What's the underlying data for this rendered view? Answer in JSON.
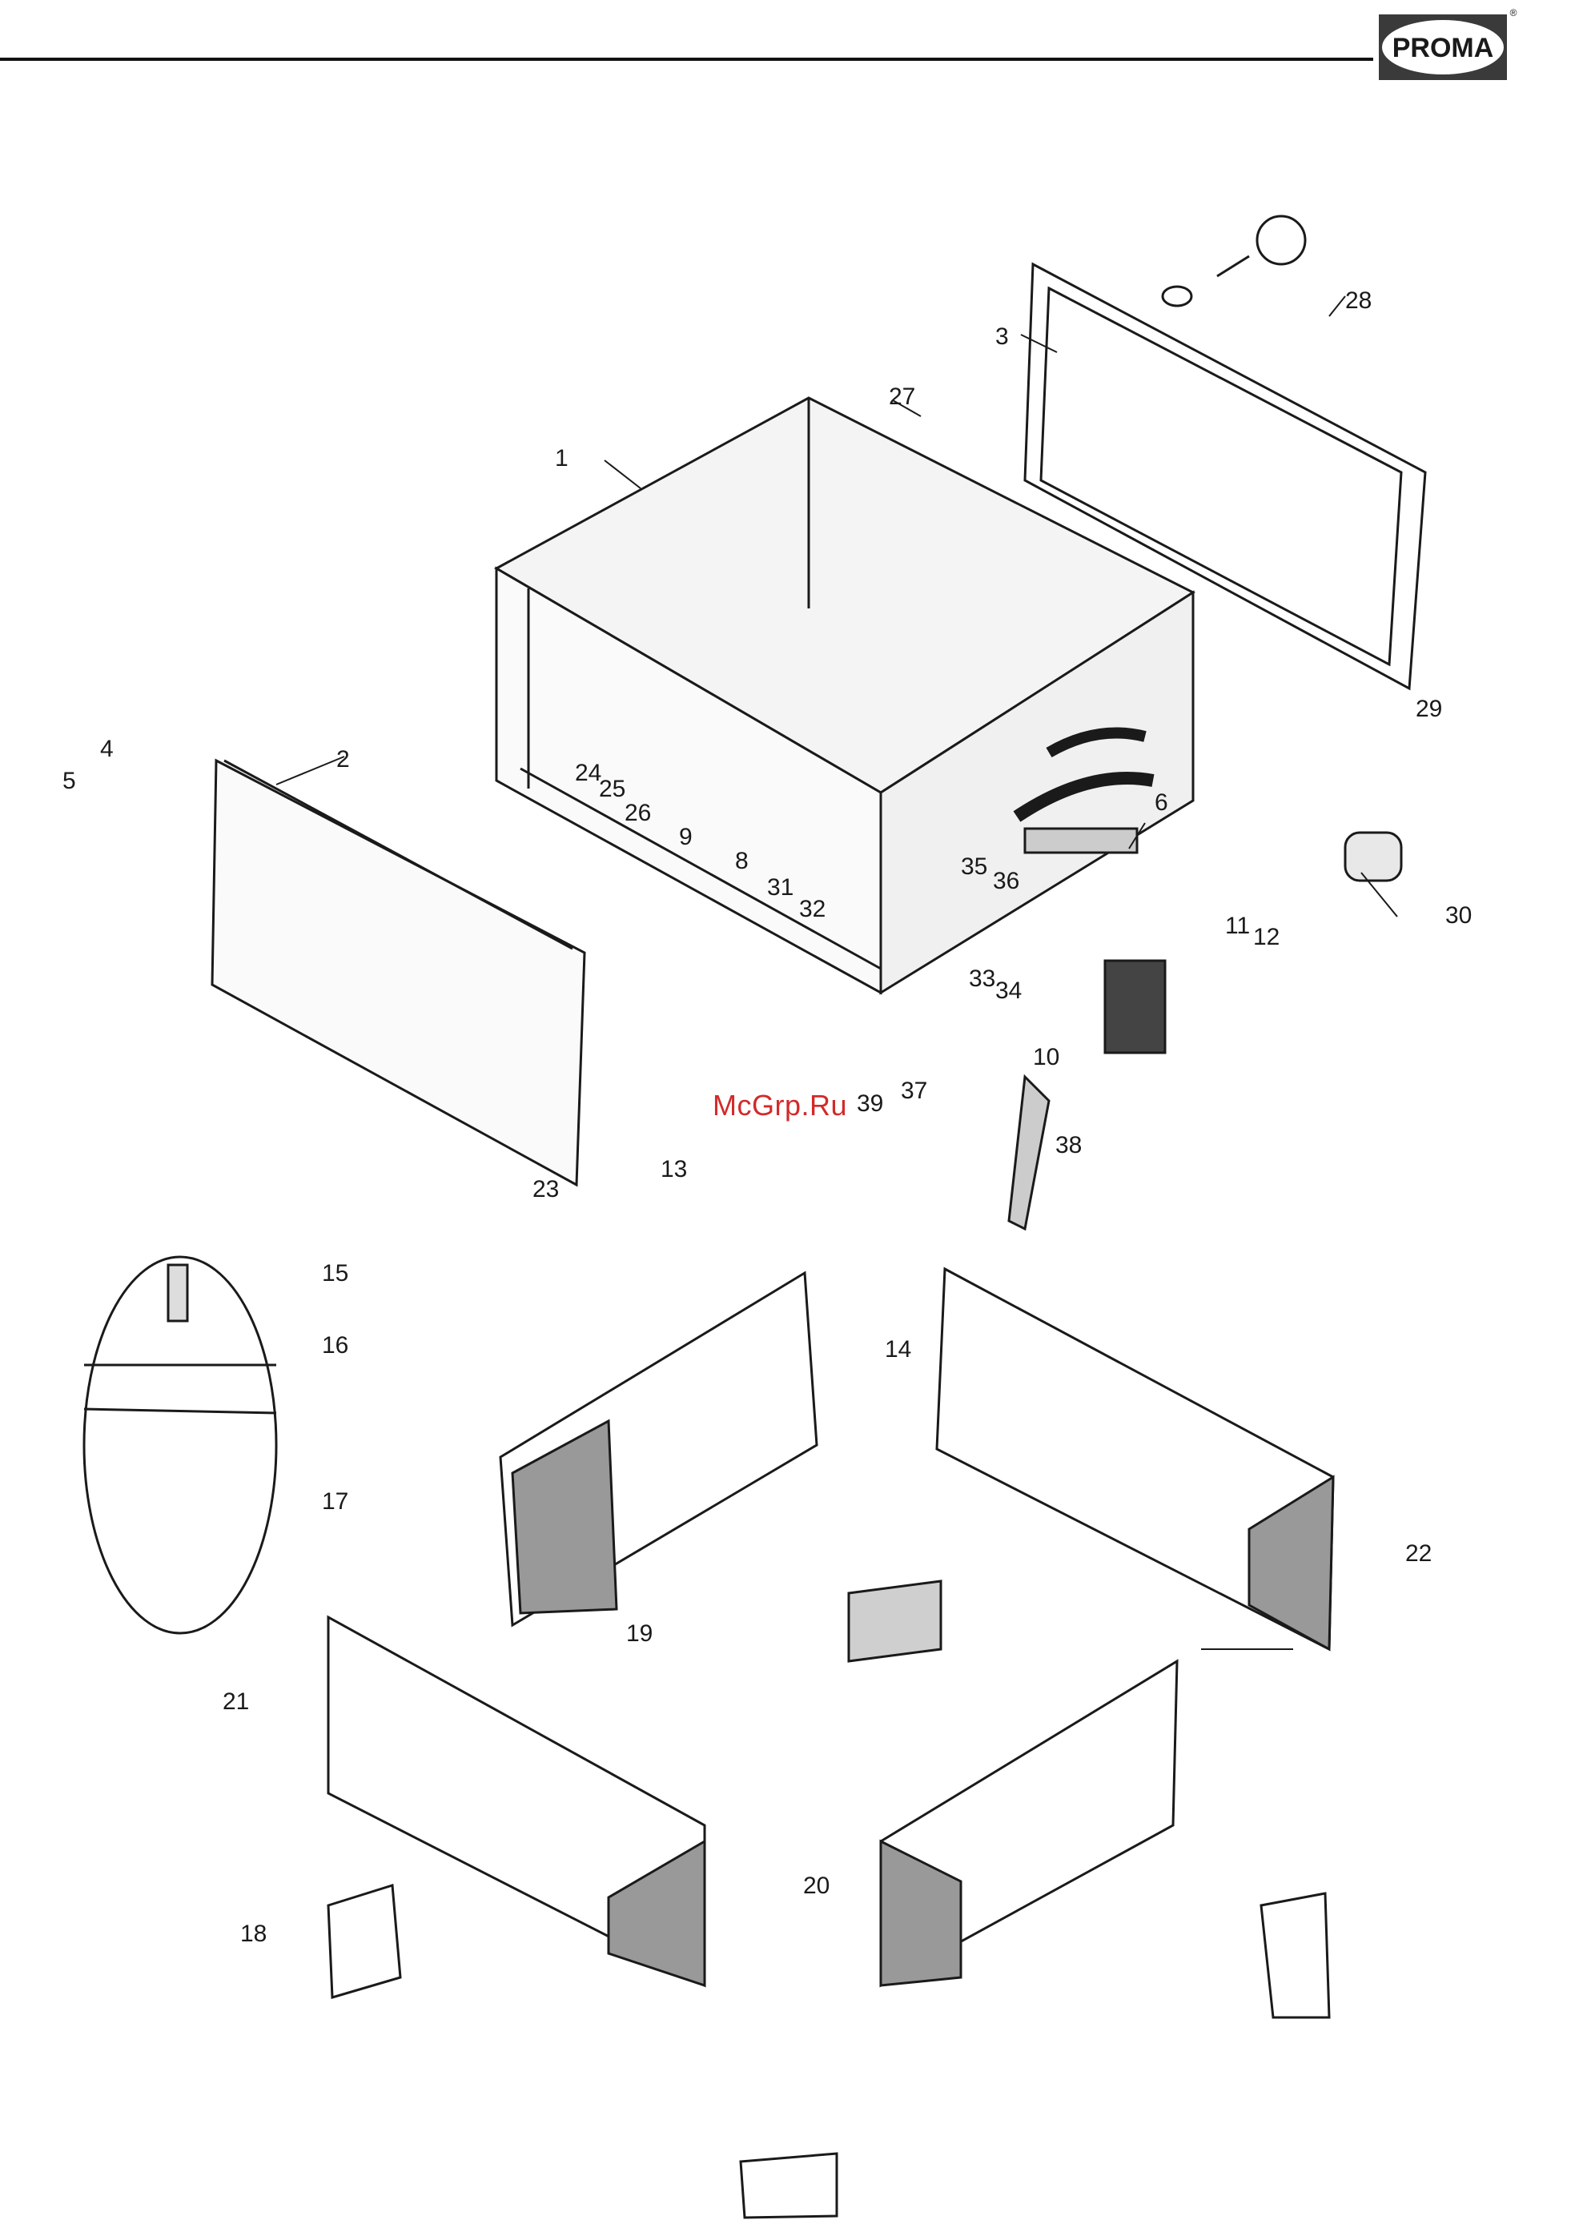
{
  "header": {
    "brand": "PROMA",
    "registered_mark": "®"
  },
  "watermark": "McGrp.Ru",
  "callouts": [
    "1",
    "2",
    "3",
    "4",
    "5",
    "6",
    "8",
    "9",
    "10",
    "11",
    "12",
    "13",
    "14",
    "15",
    "16",
    "17",
    "18",
    "19",
    "20",
    "21",
    "22",
    "23",
    "24",
    "25",
    "26",
    "27",
    "28",
    "29",
    "30",
    "31",
    "32",
    "33",
    "34",
    "35",
    "36",
    "37",
    "38",
    "39"
  ],
  "colors": {
    "line": "#1a1a1a",
    "logo_bg": "#3a3a3a",
    "watermark": "#d22a2a"
  }
}
